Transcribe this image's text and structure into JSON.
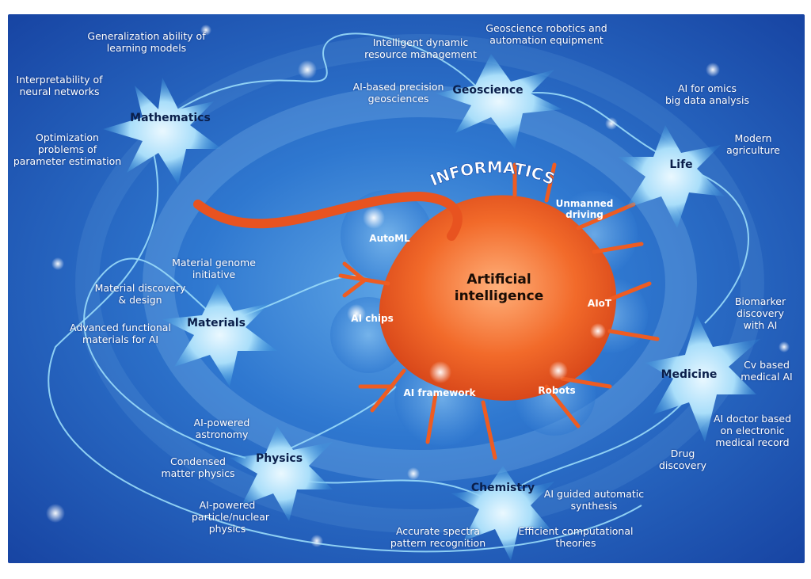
{
  "center": {
    "title": "Artificial\nintelligence",
    "banner": "INFORMATICS"
  },
  "colors": {
    "background": "#1b4fb4",
    "core": "#f26a2a",
    "hub": "#bfe6fb",
    "line": "#7fd3f7"
  },
  "core_topics": [
    {
      "id": "automl",
      "label": "AutoML"
    },
    {
      "id": "unmanned",
      "label": "Unmanned\ndriving"
    },
    {
      "id": "aiot",
      "label": "AIoT"
    },
    {
      "id": "aichips",
      "label": "AI chips"
    },
    {
      "id": "framework",
      "label": "AI framework"
    },
    {
      "id": "robots",
      "label": "Robots"
    }
  ],
  "hubs": [
    {
      "id": "mathematics",
      "label": "Mathematics",
      "topics": [
        "Generalization ability of\nlearning models",
        "Interpretability of\nneural networks",
        "Optimization\nproblems of\nparameter estimation"
      ]
    },
    {
      "id": "geoscience",
      "label": "Geoscience",
      "topics": [
        "Geoscience robotics and\nautomation equipment",
        "Intelligent dynamic\nresource management",
        "AI-based precision\ngeosciences"
      ]
    },
    {
      "id": "life",
      "label": "Life",
      "topics": [
        "AI for omics\nbig data analysis",
        "Modern\nagriculture"
      ]
    },
    {
      "id": "materials",
      "label": "Materials",
      "topics": [
        "Material genome\ninitiative",
        "Material discovery\n& design",
        "Advanced functional\nmaterials for AI"
      ]
    },
    {
      "id": "medicine",
      "label": "Medicine",
      "topics": [
        "Biomarker\ndiscovery\nwith AI",
        "Cv based\nmedical AI",
        "AI doctor based\non electronic\nmedical record",
        "Drug\ndiscovery"
      ]
    },
    {
      "id": "physics",
      "label": "Physics",
      "topics": [
        "AI-powered\nastronomy",
        "Condensed\nmatter physics",
        "AI-powered\nparticle/nuclear\nphysics"
      ]
    },
    {
      "id": "chemistry",
      "label": "Chemistry",
      "topics": [
        "AI guided automatic\nsynthesis",
        "Accurate spectra\npattern recognition",
        "Efficient computational\ntheories"
      ]
    }
  ]
}
